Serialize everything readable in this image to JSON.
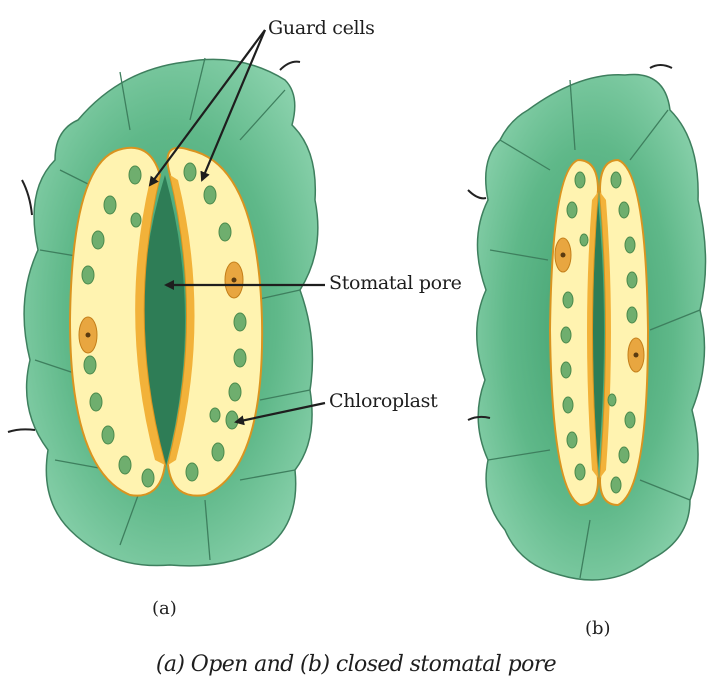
{
  "figure": {
    "caption": "(a) Open and (b) closed stomatal pore",
    "labels": {
      "guard_cells": "Guard cells",
      "stomatal_pore": "Stomatal pore",
      "chloroplast": "Chloroplast"
    },
    "panel_a_label": "(a)",
    "panel_b_label": "(b)"
  },
  "colors": {
    "epidermal_cell": "#5fb889",
    "epidermal_cell_light": "#8bd2ad",
    "cell_wall": "#3e7f5e",
    "guard_cell_fill": "#fff3b0",
    "guard_cell_wall": "#e6a623",
    "chloroplast": "#6fae6e",
    "nucleus": "#e8a640",
    "pore_dark": "#2e7d56"
  }
}
